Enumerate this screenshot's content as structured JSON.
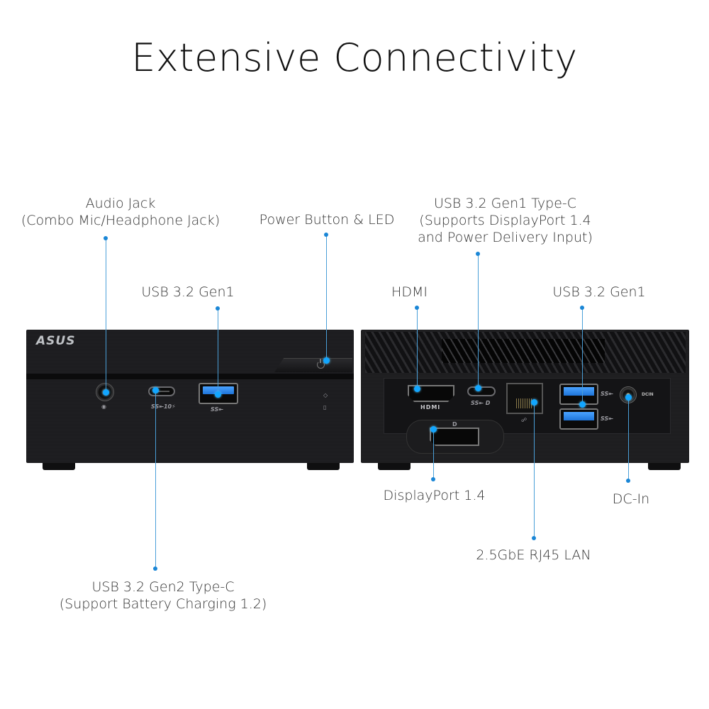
{
  "title": "Extensive Connectivity",
  "brand": "ASUS",
  "colors": {
    "callout_line": "#4a9fd8",
    "callout_dot": "#1a86d6",
    "usb_blue": "#2e86e6",
    "chassis": "#1a1a1c"
  },
  "front_panel": {
    "labels": {
      "audio_jack_line1": "Audio Jack",
      "audio_jack_line2": "(Combo Mic/Headphone Jack)",
      "power_button": "Power Button & LED",
      "usb_gen1": "USB 3.2 Gen1",
      "usb_gen2_line1": "USB 3.2 Gen2 Type-C",
      "usb_gen2_line2": "(Support Battery Charging 1.2)"
    },
    "port_glyphs": {
      "usbc": "SS⇤10⚡",
      "usba": "SS⇤"
    }
  },
  "rear_panel": {
    "labels": {
      "usbc_line1": "USB 3.2 Gen1 Type-C",
      "usbc_line2": "(Supports DisplayPort 1.4",
      "usbc_line3": "and Power Delivery Input)",
      "hdmi": "HDMI",
      "usb_gen1": "USB 3.2 Gen1",
      "displayport": "DisplayPort 1.4",
      "dc_in": "DC-In",
      "lan": "2.5GbE RJ45 LAN"
    },
    "port_text": {
      "hdmi": "HDMI",
      "dcin": "DCIN",
      "usba": "SS⇤",
      "usbc": "SS⇤ D"
    }
  }
}
